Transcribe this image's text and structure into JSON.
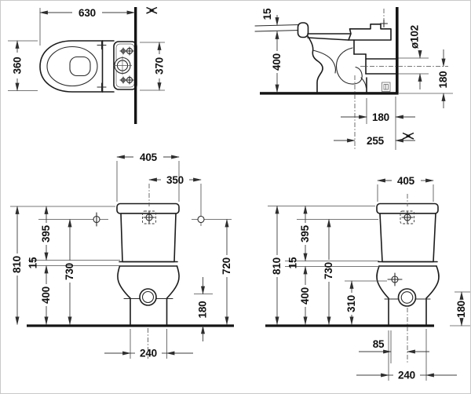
{
  "drawing": {
    "plan": {
      "depth": "630",
      "bowl_width": "360",
      "tank_width": "370"
    },
    "side": {
      "seat_thickness": "15",
      "rim_height": "400",
      "outlet_diameter": "ø102",
      "outlet_center_height": "180",
      "outlet_center_from_wall": "180",
      "drain_center_from_wall": "255"
    },
    "front": {
      "tank_width": "405",
      "center_to_fixing": "350",
      "overall_height": "810",
      "tank_section_height": "395",
      "seat_gap": "15",
      "bowl_height": "400",
      "lid_underside_height": "730",
      "fixing_height": "720",
      "drain_center_height": "180",
      "foot_width": "240"
    },
    "front_alt": {
      "tank_width": "405",
      "overall_height": "810",
      "tank_section_height": "395",
      "seat_gap": "15",
      "bowl_height": "400",
      "lid_underside_height": "730",
      "side_fixing_height": "310",
      "drain_center_height": "180",
      "drain_offset": "85",
      "foot_width": "240"
    }
  }
}
